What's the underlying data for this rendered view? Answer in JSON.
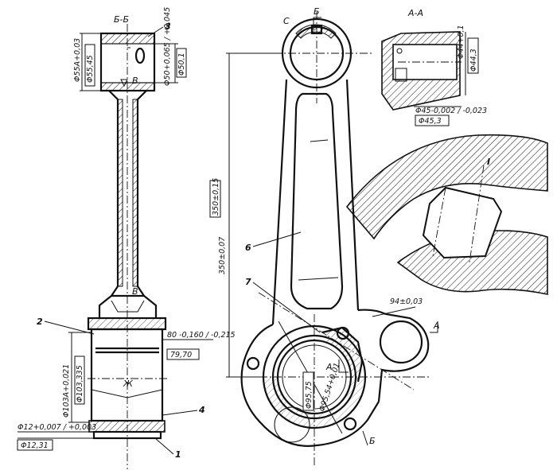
{
  "sections": {
    "bb": "Б-Б",
    "aa": "А-А",
    "b_arrow": "Б",
    "a_arrow": "А",
    "detail": "I"
  },
  "dims": {
    "small_end_bore": "Φ55A+0,03",
    "small_end_ctrl": "Φ55,45",
    "bushing_bore": "Φ50+0,065 / +0,045",
    "bushing_ctrl": "Φ50,1",
    "width_80": "80 -0,160 / -0,215",
    "width_ctrl": "79,70",
    "big_end_bore": "Φ103A+0,021",
    "big_end_ctrl": "Φ103,335",
    "pin_dia": "Φ12+0,007 / +0,003",
    "pin_ctrl": "Φ12,31",
    "center_dist": "350±0,15",
    "center_dist2": "350±0,07",
    "offset_94": "94±0,03",
    "aa_bore": "Φ44+0,1",
    "aa_ctrl": "Φ44,3",
    "aa_bore2": "Φ45-0,002 / -0,023",
    "aa_ctrl2": "Φ45,3",
    "bearing_dia": "Φ95,75",
    "bearing_dia2": "Φ95,54+0,01"
  },
  "callouts": {
    "c1": "1",
    "c2": "2",
    "c3": "3",
    "c4": "4",
    "c6": "6",
    "c7": "7",
    "c_b": "В",
    "c_b2": "В",
    "c_j": "Ж",
    "c_s": "С"
  }
}
